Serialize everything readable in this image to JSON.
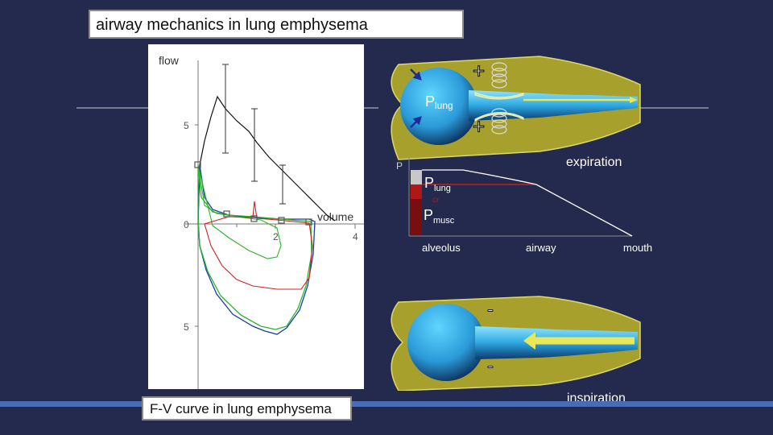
{
  "title": "airway mechanics in lung emphysema",
  "caption": "F-V curve in  lung emphysema",
  "fv_plot": {
    "y_label": "flow",
    "x_label": "volume",
    "y_ticks": [
      "5",
      "0",
      "5"
    ],
    "x_ticks": [
      "2",
      "4"
    ]
  },
  "pressure_chart": {
    "p_label": "P",
    "plung_main": "P",
    "plung_sub": "lung",
    "pcr_sub": "cr",
    "pmusc_main": "P",
    "pmusc_sub": "musc",
    "x_labels": [
      "alveolus",
      "airway",
      "mouth"
    ],
    "expiration": "expiration",
    "inspiration": "inspiration"
  },
  "upper_diagram": {
    "plung_main": "P",
    "plung_sub": "lung",
    "plus_sign": "+"
  },
  "lower_diagram": {
    "minus_sign": "-"
  },
  "colors": {
    "background": "#242a4d",
    "olive": "#a8a02c",
    "bar_accent": "#4a6bb5"
  }
}
